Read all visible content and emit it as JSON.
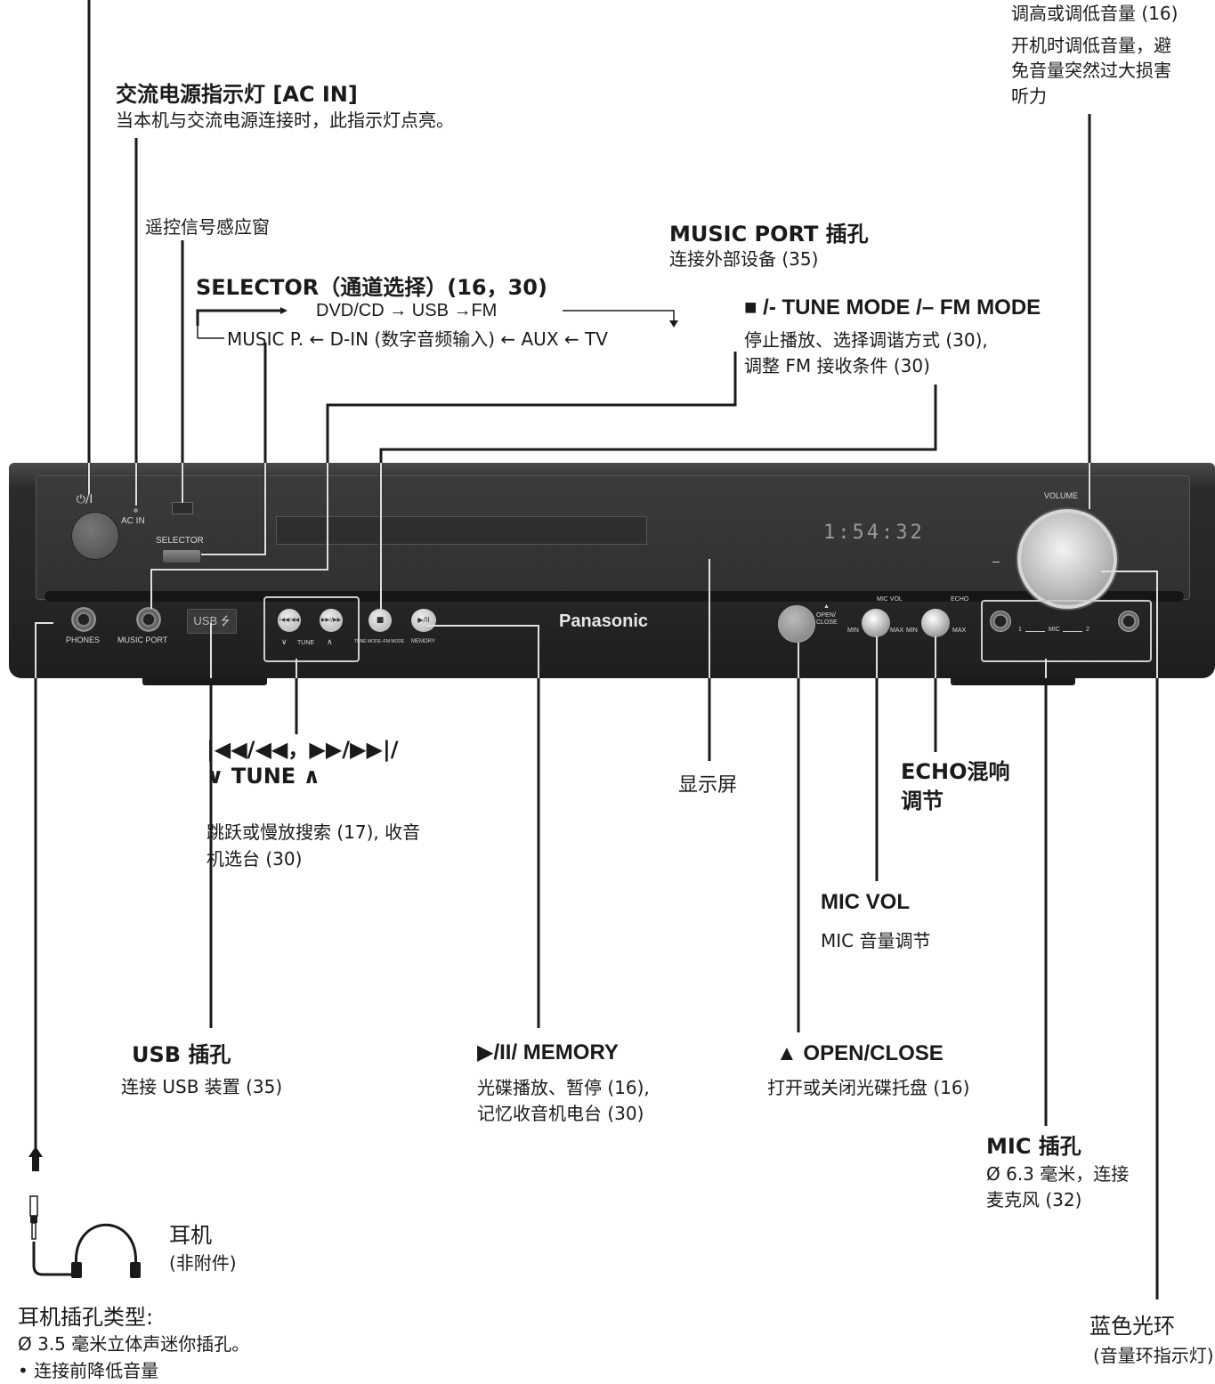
{
  "labels": {
    "ac_in_title": "交流电源指示灯 [AC IN]",
    "ac_in_desc": "当本机与交流电源连接时，此指示灯点亮。",
    "remote_sensor": "遥控信号感应窗",
    "selector_title": "SELECTOR（通道选择）(16，30)",
    "selector_row1": "DVD/CD → USB →FM",
    "selector_row2": "MUSIC P. ← D-IN (数字音频输入) ← AUX ← TV",
    "music_port_title": "MUSIC PORT 插孔",
    "music_port_desc": "连接外部设备 (35)",
    "tune_mode_title": "■ /- TUNE MODE /– FM MODE",
    "tune_mode_desc1": "停止播放、选择调谐方式 (30),",
    "tune_mode_desc2": "调整 FM 接收条件 (30)",
    "volume_desc1": "调高或调低音量 (16)",
    "volume_desc2": "开机时调低音量，避",
    "volume_desc3": "免音量突然过大损害",
    "volume_desc4": "听力",
    "skip_title1": "|◀◀/◀◀，▶▶/▶▶|/",
    "skip_title2": "∨ TUNE ∧",
    "skip_desc1": "跳跃或慢放搜索 (17), 收音",
    "skip_desc2": "机选台 (30)",
    "display_label": "显示屏",
    "echo_title1": "ECHO混响",
    "echo_title2": "调节",
    "mic_vol_title": "MIC VOL",
    "mic_vol_desc": "MIC 音量调节",
    "usb_title": "USB 插孔",
    "usb_desc": "连接 USB 装置 (35)",
    "play_title": "▶/II/ MEMORY",
    "play_desc1": "光碟播放、暂停 (16),",
    "play_desc2": "记忆收音机电台 (30)",
    "open_title": "▲ OPEN/CLOSE",
    "open_desc": "打开或关闭光碟托盘 (16)",
    "mic_title": "MIC 插孔",
    "mic_desc1": "Ø 6.3 毫米，连接",
    "mic_desc2": "麦克风 (32)",
    "headphone_title": "耳机",
    "headphone_sub": "(非附件)",
    "phones_type_title": "耳机插孔类型:",
    "phones_type_desc": "Ø 3.5 毫米立体声迷你插孔。",
    "phones_note": "• 连接前降低音量",
    "blue_ring_title": "蓝色光环",
    "blue_ring_desc": "(音量环指示灯)"
  },
  "panel": {
    "power_symbol": "⏻/I",
    "ac_in": "AC IN",
    "selector": "SELECTOR",
    "display_text": "1:54:32",
    "volume": "VOLUME",
    "vol_minus": "–",
    "vol_plus": "+",
    "phones": "PHONES",
    "music_port": "MUSIC PORT",
    "usb": "USB ⭍",
    "tune_down": "∨",
    "tune": "TUNE",
    "tune_up": "∧",
    "skip_back_glyph": "I◀◀/◀◀",
    "skip_fwd_glyph": "▶▶I/▶▶",
    "stop_glyph": "■",
    "play_glyph": "▶/II",
    "tune_mode_label": "TUNE MODE–FM MODE",
    "memory": "MEMORY",
    "brand": "Panasonic",
    "open_close": "OPEN/ CLOSE",
    "eject_glyph": "▲",
    "mic_vol": "MIC VOL",
    "echo": "ECHO",
    "min": "MIN",
    "max": "MAX",
    "mic1": "1",
    "mic": "MIC",
    "mic2": "2"
  },
  "colors": {
    "panel_body": "#2b2b2b",
    "panel_top": "#3a3a3a",
    "leader": "#1a1a1a",
    "chrome": "#c9c9c9"
  }
}
